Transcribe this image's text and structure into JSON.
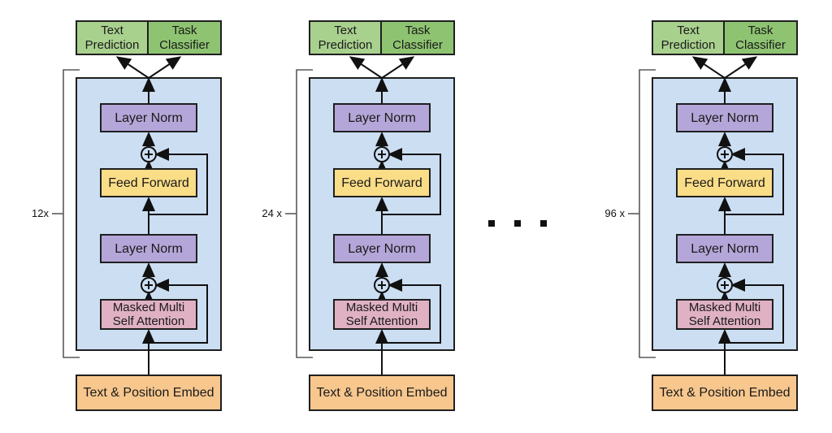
{
  "colors": {
    "light_green": "#a9d18e",
    "dark_green": "#8ec471",
    "blue": "#cbdef2",
    "purple": "#b4a6d8",
    "yellow": "#fadd87",
    "pink": "#dfb1c3",
    "orange": "#f7c78e",
    "line": "#111111"
  },
  "labels": {
    "text_prediction": "Text Prediction",
    "task_classifier": "Task Classifier",
    "layer_norm": "Layer Norm",
    "feed_forward": "Feed Forward",
    "masked_attention": "Masked Multi Self Attention",
    "embed": "Text & Position Embed"
  },
  "diagrams": [
    {
      "repeat_label": "12x"
    },
    {
      "repeat_label": "24 x"
    },
    {
      "repeat_label": "96 x"
    }
  ]
}
